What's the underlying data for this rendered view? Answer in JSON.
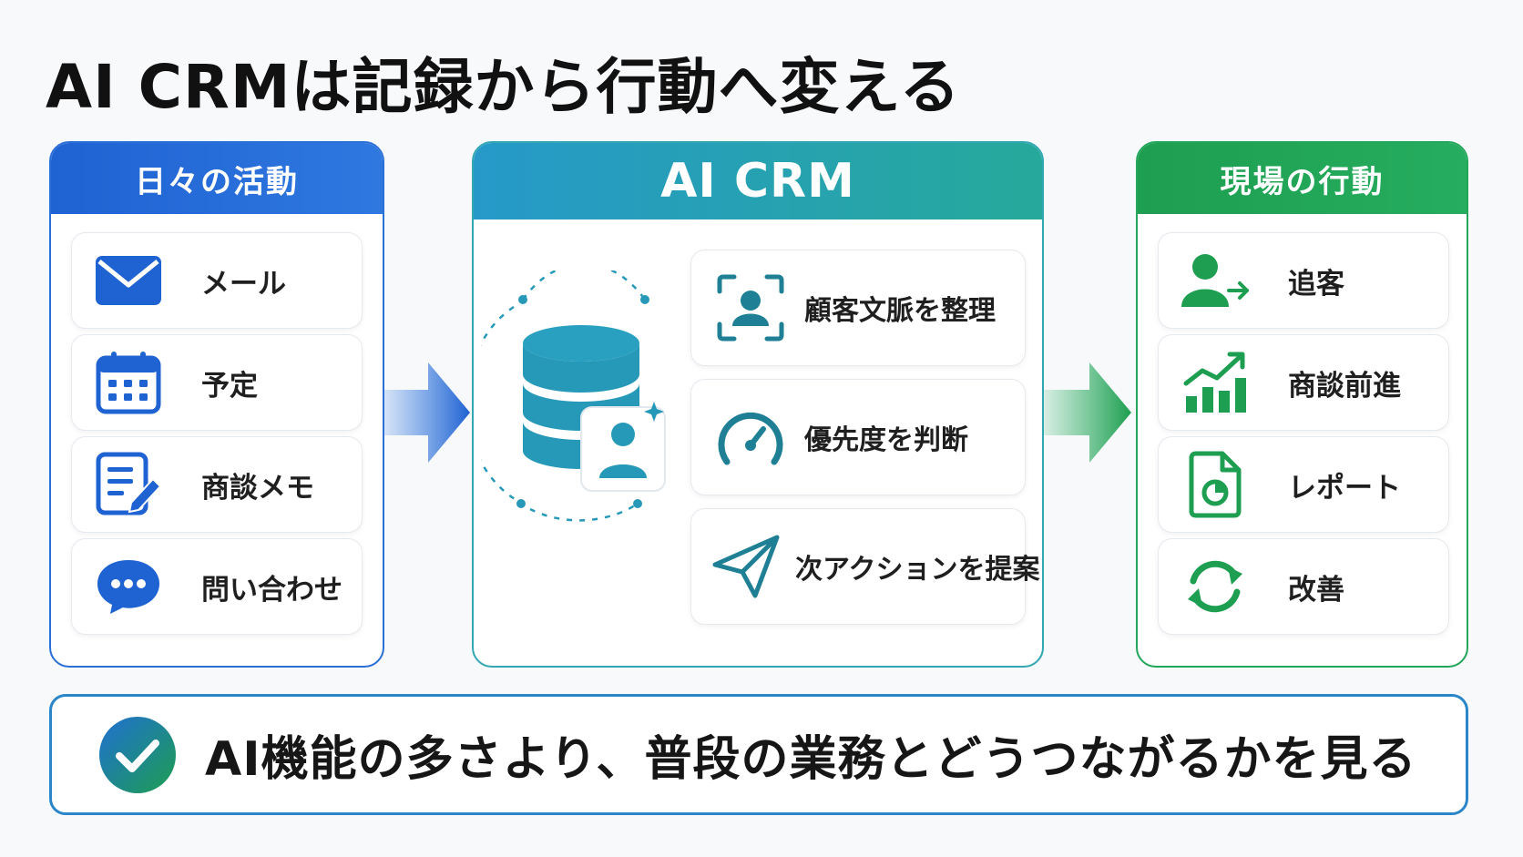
{
  "title": "AI CRMは記録から行動へ変える",
  "left_panel": {
    "header": "日々の活動",
    "items": [
      {
        "label": "メール",
        "icon": "mail-icon"
      },
      {
        "label": "予定",
        "icon": "calendar-icon"
      },
      {
        "label": "商談メモ",
        "icon": "note-edit-icon"
      },
      {
        "label": "問い合わせ",
        "icon": "chat-bubble-icon"
      }
    ]
  },
  "center_panel": {
    "header": "AI CRM",
    "core_icon": "database-user-icon",
    "items": [
      {
        "label": "顧客文脈を整理",
        "icon": "user-focus-icon"
      },
      {
        "label": "優先度を判断",
        "icon": "gauge-icon"
      },
      {
        "label": "次アクションを提案",
        "icon": "paper-plane-icon"
      }
    ]
  },
  "right_panel": {
    "header": "現場の行動",
    "items": [
      {
        "label": "追客",
        "icon": "user-arrow-icon"
      },
      {
        "label": "商談前進",
        "icon": "growth-chart-icon"
      },
      {
        "label": "レポート",
        "icon": "report-icon"
      },
      {
        "label": "改善",
        "icon": "refresh-cycle-icon"
      }
    ]
  },
  "banner": {
    "text": "AI機能の多さより、普段の業務とどうつながるかを見る",
    "icon": "check-circle-icon"
  },
  "colors": {
    "blue": "#1f62d2",
    "teal": "#2699b8",
    "green": "#1e9e50",
    "text": "#111111"
  }
}
